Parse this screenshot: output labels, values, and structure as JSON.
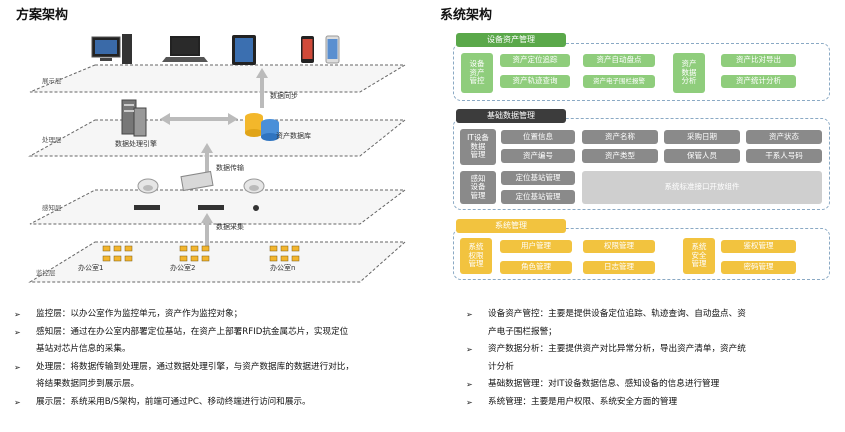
{
  "left": {
    "title": "方案架构",
    "layers": {
      "display": "展示层",
      "process": "处理层",
      "sense": "感知层",
      "monitor": "监控层"
    },
    "labels": {
      "data_sync": "数据同步",
      "engine": "数据处理引擎",
      "asset_db": "资产数据库",
      "data_transfer": "数据传输",
      "data_collect": "数据采集",
      "office1": "办公室1",
      "office2": "办公室2",
      "officen": "办公室n"
    }
  },
  "right": {
    "title": "系统架构",
    "asset_mgmt": {
      "header": "设备资产管理",
      "control_label": "设备\n资产\n管控",
      "control_items": [
        "资产定位追踪",
        "资产自动盘点",
        "资产轨迹查询",
        "资产电子围栏报警"
      ],
      "analysis_label": "资产\n数据\n分析",
      "analysis_items": [
        "资产比对导出",
        "资产统计分析"
      ]
    },
    "base_data": {
      "header": "基础数据管理",
      "it_label": "IT设备\n数据\n管理",
      "it_row1": [
        "位置信息",
        "资产名称",
        "采购日期",
        "资产状态"
      ],
      "it_row2": [
        "资产编号",
        "资产类型",
        "保管人员",
        "干系人号码"
      ],
      "sense_label": "感知\n设备\n管理",
      "sense_items": [
        "定位基站管理",
        "定位基站管理"
      ],
      "api": "系统标准接口开放组件"
    },
    "sys_mgmt": {
      "header": "系统管理",
      "perm_label": "系统\n权限\n管理",
      "perm_items": [
        "用户管理",
        "权限管理",
        "角色管理",
        "日志管理"
      ],
      "sec_label": "系统\n安全\n管理",
      "sec_items": [
        "鉴权管理",
        "密码管理"
      ]
    }
  },
  "bullets_left": [
    {
      "text": "监控层：以办公室作为监控单元，资产作为监控对象；",
      "cont": ""
    },
    {
      "text": "感知层：通过在办公室内部署定位基站，在资产上部署RFID抗金属芯片，实现定位",
      "cont": "基站对芯片信息的采集。"
    },
    {
      "text": "处理层：将数据传输到处理层，通过数据处理引擎，与资产数据库的数据进行对比，",
      "cont": "将结果数据同步到展示层。"
    },
    {
      "text": "展示层：系统采用B/S架构，前端可通过PC、移动终端进行访问和展示。",
      "cont": ""
    }
  ],
  "bullets_right": [
    {
      "text": "设备资产管控：主要是提供设备定位追踪、轨迹查询、自动盘点、资",
      "cont": "产电子围栏报警；"
    },
    {
      "text": "资产数据分析：主要提供资产对比异常分析，导出资产清单，资产统",
      "cont": "计分析"
    },
    {
      "text": "基础数据管理：对IT设备数据信息、感知设备的信息进行管理",
      "cont": ""
    },
    {
      "text": "系统管理：主要是用户权限、系统安全方面的管理",
      "cont": ""
    }
  ],
  "colors": {
    "green": "#8fcd7c",
    "green_header": "#5aa84a",
    "dark_header": "#3c3c3c",
    "gray": "#8a8a8a",
    "yellow": "#f2c33f"
  }
}
